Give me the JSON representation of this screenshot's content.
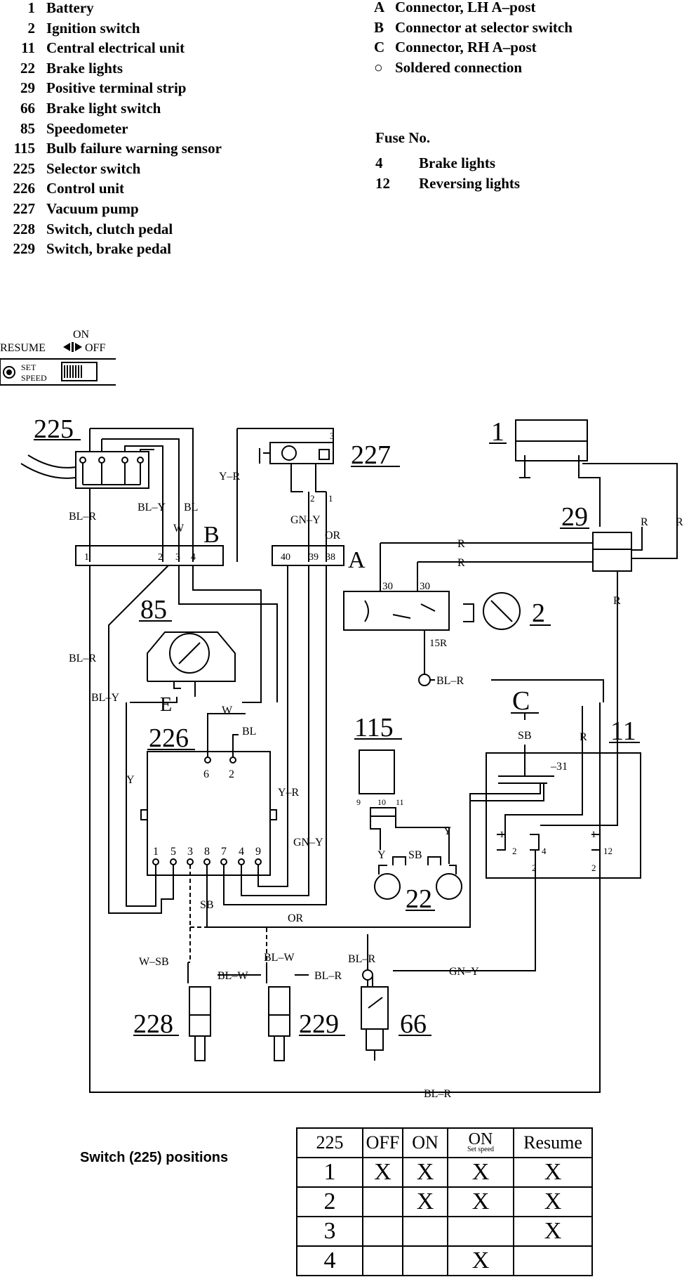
{
  "legend_left": [
    {
      "num": "1",
      "label": "Battery"
    },
    {
      "num": "2",
      "label": "Ignition switch"
    },
    {
      "num": "11",
      "label": "Central electrical unit"
    },
    {
      "num": "22",
      "label": "Brake lights"
    },
    {
      "num": "29",
      "label": "Positive terminal strip"
    },
    {
      "num": "66",
      "label": "Brake light switch"
    },
    {
      "num": "85",
      "label": "Speedometer"
    },
    {
      "num": "115",
      "label": "Bulb failure warning sensor"
    },
    {
      "num": "225",
      "label": "Selector switch"
    },
    {
      "num": "226",
      "label": "Control unit"
    },
    {
      "num": "227",
      "label": "Vacuum pump"
    },
    {
      "num": "228",
      "label": "Switch, clutch pedal"
    },
    {
      "num": "229",
      "label": "Switch, brake pedal"
    }
  ],
  "legend_right": [
    {
      "code": "A",
      "label": "Connector, LH A–post"
    },
    {
      "code": "B",
      "label": "Connector at selector switch"
    },
    {
      "code": "C",
      "label": "Connector, RH A–post"
    },
    {
      "code": "○",
      "label": "Soldered connection"
    }
  ],
  "fuse_title": "Fuse No.",
  "fuses": [
    {
      "num": "4",
      "label": "Brake lights"
    },
    {
      "num": "12",
      "label": "Reversing lights"
    }
  ],
  "switch_panel": {
    "on": "ON",
    "resume": "RESUME",
    "off": "OFF",
    "set": "SET",
    "speed": "SPEED"
  },
  "components": {
    "c225": "225",
    "c227": "227",
    "c1": "1",
    "c29": "29",
    "c85": "85",
    "c2": "2",
    "c226": "226",
    "c115": "115",
    "c22": "22",
    "c11": "11",
    "c228": "228",
    "c229": "229",
    "c66": "66",
    "conn_a": "A",
    "conn_b": "B",
    "conn_c": "C",
    "e": "E"
  },
  "wires": {
    "bl_r": "BL–R",
    "bl_y": "BL–Y",
    "bl": "BL",
    "w": "W",
    "y_r": "Y–R",
    "gn_y": "GN–Y",
    "or": "OR",
    "r": "R",
    "sb": "SB",
    "y": "Y",
    "w_sb": "W–SB",
    "bl_w": "BL–W",
    "r15": "15R",
    "t30": "30",
    "t31": "–31"
  },
  "pins": {
    "b": [
      "1",
      "2",
      "3",
      "4"
    ],
    "a": [
      "40",
      "39",
      "38"
    ],
    "unit226_top": [
      "6",
      "2"
    ],
    "unit226_bottom": [
      "1",
      "5",
      "3",
      "8",
      "7",
      "4",
      "9"
    ],
    "s115": [
      "9",
      "10",
      "11"
    ],
    "c11": [
      "1",
      "2",
      "4",
      "2",
      "1",
      "12",
      "2"
    ],
    "p227": [
      "3",
      "2",
      "1"
    ]
  },
  "switch_table": {
    "title": "Switch (225) positions",
    "header": [
      "225",
      "OFF",
      "ON",
      "ON",
      "Resume"
    ],
    "header_sub": "Set speed",
    "rows": [
      {
        "pos": "1",
        "marks": [
          "X",
          "X",
          "X",
          "X"
        ]
      },
      {
        "pos": "2",
        "marks": [
          "",
          "X",
          "X",
          "X"
        ]
      },
      {
        "pos": "3",
        "marks": [
          "",
          "",
          "",
          "X"
        ]
      },
      {
        "pos": "4",
        "marks": [
          "",
          "",
          "X",
          ""
        ]
      }
    ]
  }
}
